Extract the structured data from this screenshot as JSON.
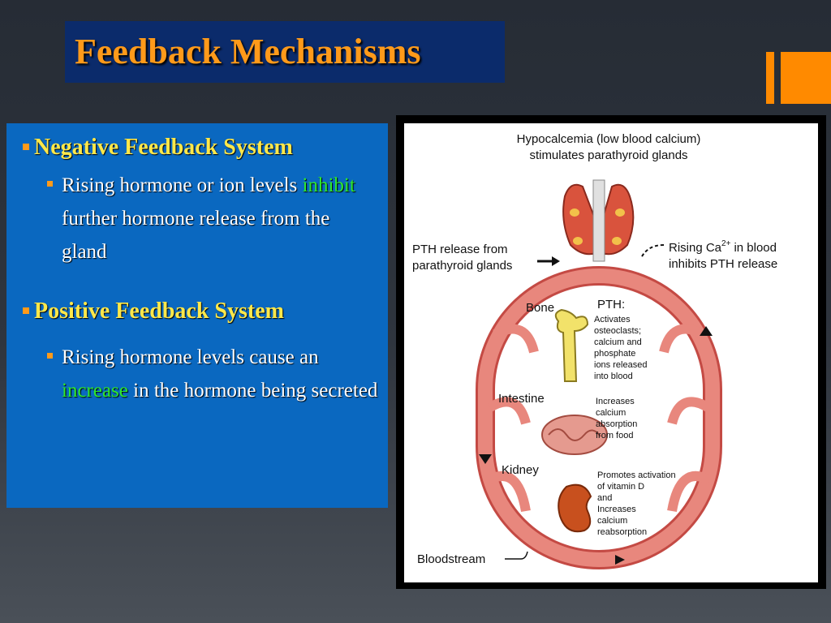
{
  "slide": {
    "title": "Feedback Mechanisms",
    "colors": {
      "title_text": "#ff9a1a",
      "title_bg": "#0b2b6b",
      "content_bg": "#0a68c0",
      "heading": "#ffe84a",
      "highlight": "#2ee82e",
      "accent": "#ff8a00"
    }
  },
  "bullets": {
    "negative": {
      "heading": "Negative Feedback System",
      "sub_pre": "Rising hormone or ion levels",
      "sub_em": "inhibit",
      "sub_post": "further hormone release from the gland"
    },
    "positive": {
      "heading": "Positive Feedback System",
      "sub_pre": "Rising hormone levels cause an",
      "sub_em": "increase",
      "sub_post": "in the hormone being secreted"
    }
  },
  "diagram": {
    "top_line1": "Hypocalcemia (low blood calcium)",
    "top_line2": "stimulates parathyroid glands",
    "pth_release_line1": "PTH release from",
    "pth_release_line2": "parathyroid glands",
    "rising_ca": "Rising Ca",
    "ca_sup": "2+",
    "in_blood": "in blood",
    "inhibits": "inhibits PTH release",
    "pth_label": "PTH:",
    "bone_label": "Bone",
    "bone_lines": [
      "Activates",
      "osteoclasts;",
      "calcium and",
      "phosphate",
      "ions released",
      "into blood"
    ],
    "intestine_label": "Intestine",
    "intestine_lines": [
      "Increases",
      "calcium",
      "absorption",
      "from food"
    ],
    "kidney_label": "Kidney",
    "kidney_lines": [
      "Promotes activation",
      "of vitamin D",
      "and",
      "Increases",
      "calcium",
      "reabsorption"
    ],
    "bloodstream_label": "Bloodstream",
    "colors": {
      "vessel": "#e8877d",
      "vessel_edge": "#c44a44",
      "gland": "#d9533d",
      "bone": "#f2e26a",
      "kidney": "#c8501e",
      "intestine": "#e59a8f"
    }
  }
}
